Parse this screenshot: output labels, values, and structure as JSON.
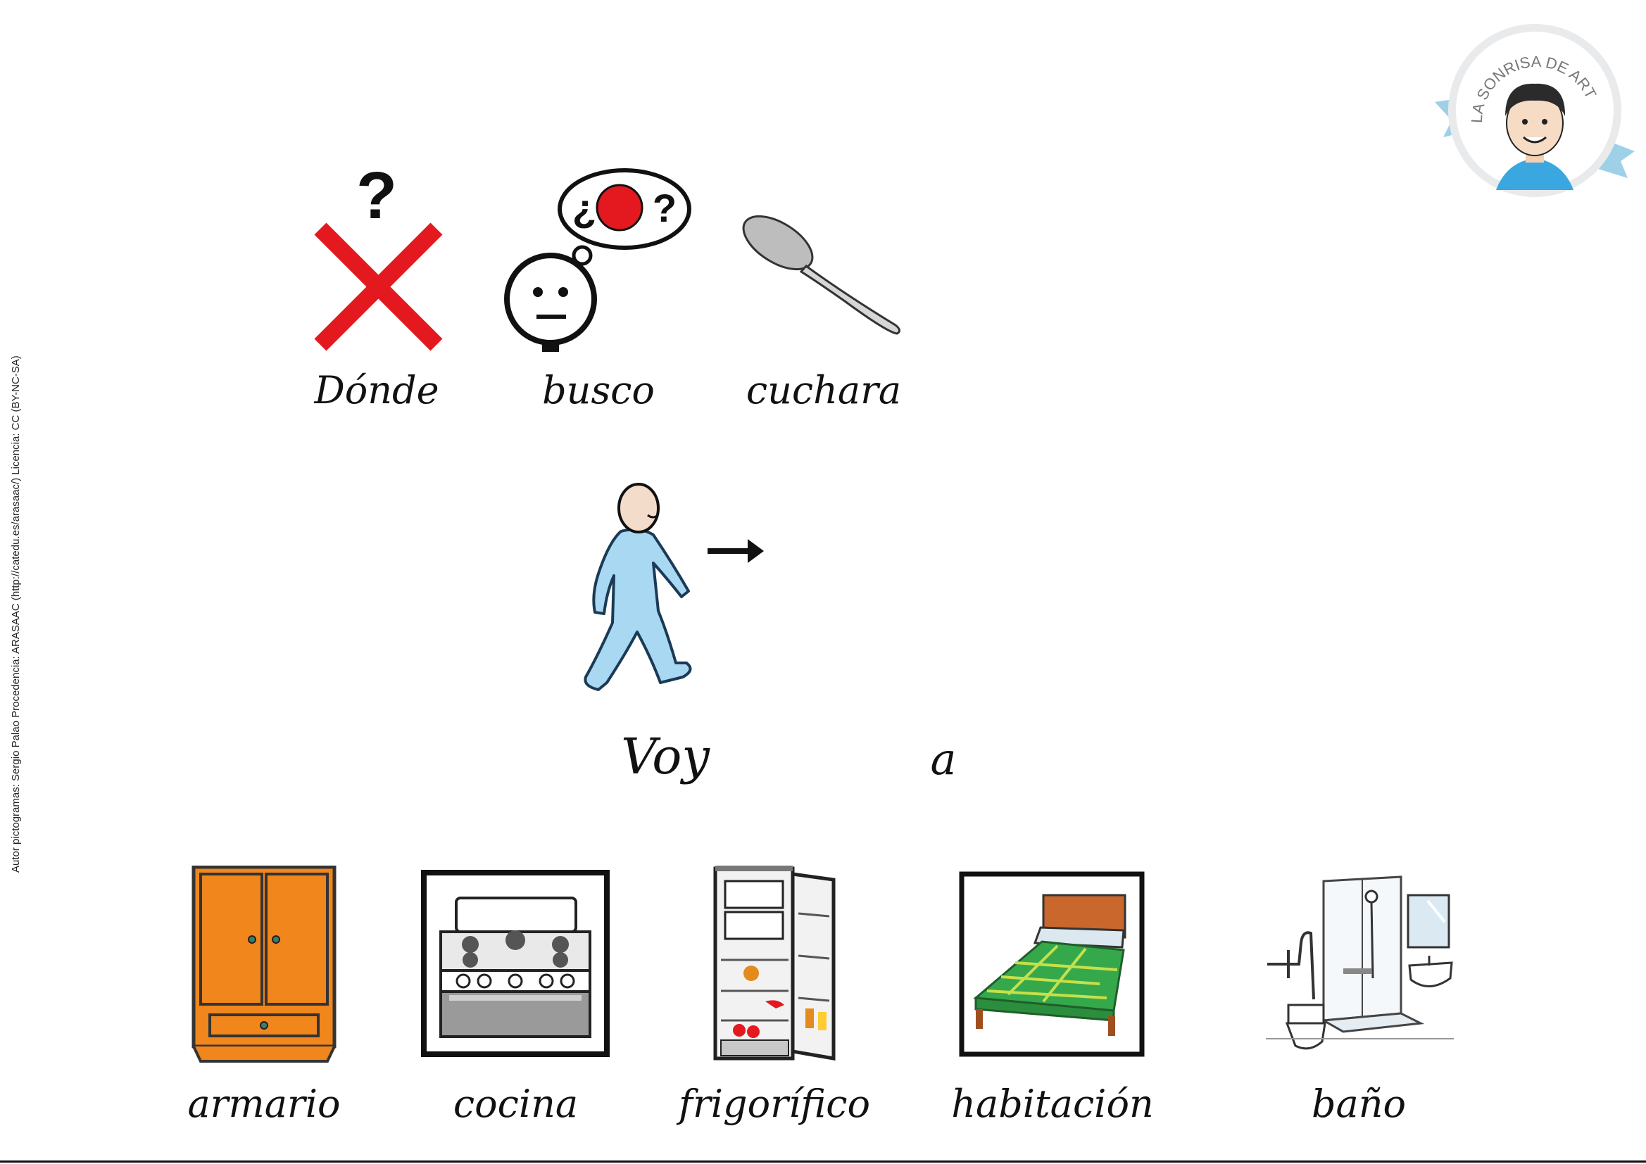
{
  "credit_text": "Autor pictogramas: Sergio Palao   Procedencia: ARASAAC (http://catedu.es/arasaac/)   Licencia: CC (BY-NC-SA)",
  "logo": {
    "text": "LA SONRISA DE ARTURO",
    "icon": "boy-face-logo"
  },
  "question": [
    {
      "word": "Dónde",
      "icon": "where-icon"
    },
    {
      "word": "busco",
      "icon": "search-thought-icon"
    },
    {
      "word": "cuchara",
      "icon": "spoon-icon"
    }
  ],
  "answer": {
    "icon": "walking-person-icon",
    "word1": "Voy",
    "word2": "a"
  },
  "options": [
    {
      "word": "armario",
      "icon": "wardrobe-icon"
    },
    {
      "word": "cocina",
      "icon": "stove-icon"
    },
    {
      "word": "frigorífico",
      "icon": "fridge-icon"
    },
    {
      "word": "habitación",
      "icon": "bed-icon"
    },
    {
      "word": "baño",
      "icon": "bathroom-icon"
    }
  ],
  "colors": {
    "cross_red": "#e3191f",
    "walker_blue": "#a9d8f3",
    "wardrobe_orange": "#f0861c",
    "bed_green": "#35a84c",
    "ribbon_blue": "#9ed0e8"
  }
}
